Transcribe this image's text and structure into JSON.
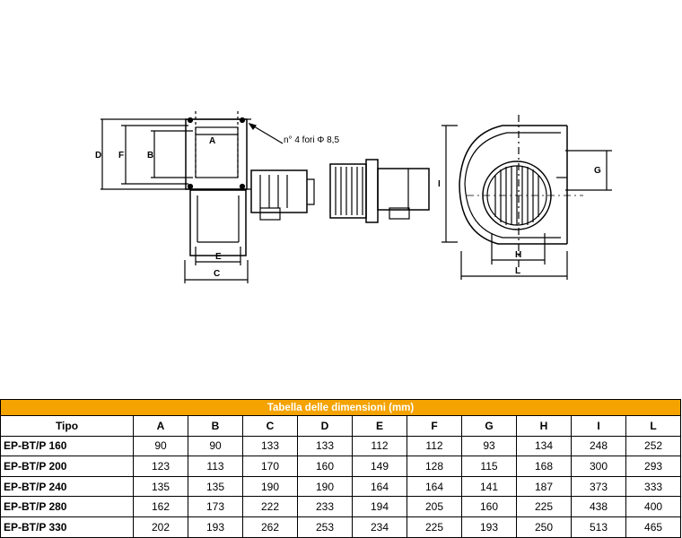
{
  "drawing": {
    "labels": {
      "a": "A",
      "b": "B",
      "c": "C",
      "d": "D",
      "e": "E",
      "f": "F",
      "g": "G",
      "h": "H",
      "i": "I",
      "l": "L",
      "holes_note": "n° 4 fori Φ 8,5"
    }
  },
  "table": {
    "title": "Tabella delle dimensioni (mm)",
    "headers": [
      "Tipo",
      "A",
      "B",
      "C",
      "D",
      "E",
      "F",
      "G",
      "H",
      "I",
      "L"
    ],
    "rows": [
      [
        "EP-BT/P 160",
        "90",
        "90",
        "133",
        "133",
        "112",
        "112",
        "93",
        "134",
        "248",
        "252"
      ],
      [
        "EP-BT/P 200",
        "123",
        "113",
        "170",
        "160",
        "149",
        "128",
        "115",
        "168",
        "300",
        "293"
      ],
      [
        "EP-BT/P 240",
        "135",
        "135",
        "190",
        "190",
        "164",
        "164",
        "141",
        "187",
        "373",
        "333"
      ],
      [
        "EP-BT/P 280",
        "162",
        "173",
        "222",
        "233",
        "194",
        "205",
        "160",
        "225",
        "438",
        "400"
      ],
      [
        "EP-BT/P 330",
        "202",
        "193",
        "262",
        "253",
        "234",
        "225",
        "193",
        "250",
        "513",
        "465"
      ]
    ]
  }
}
